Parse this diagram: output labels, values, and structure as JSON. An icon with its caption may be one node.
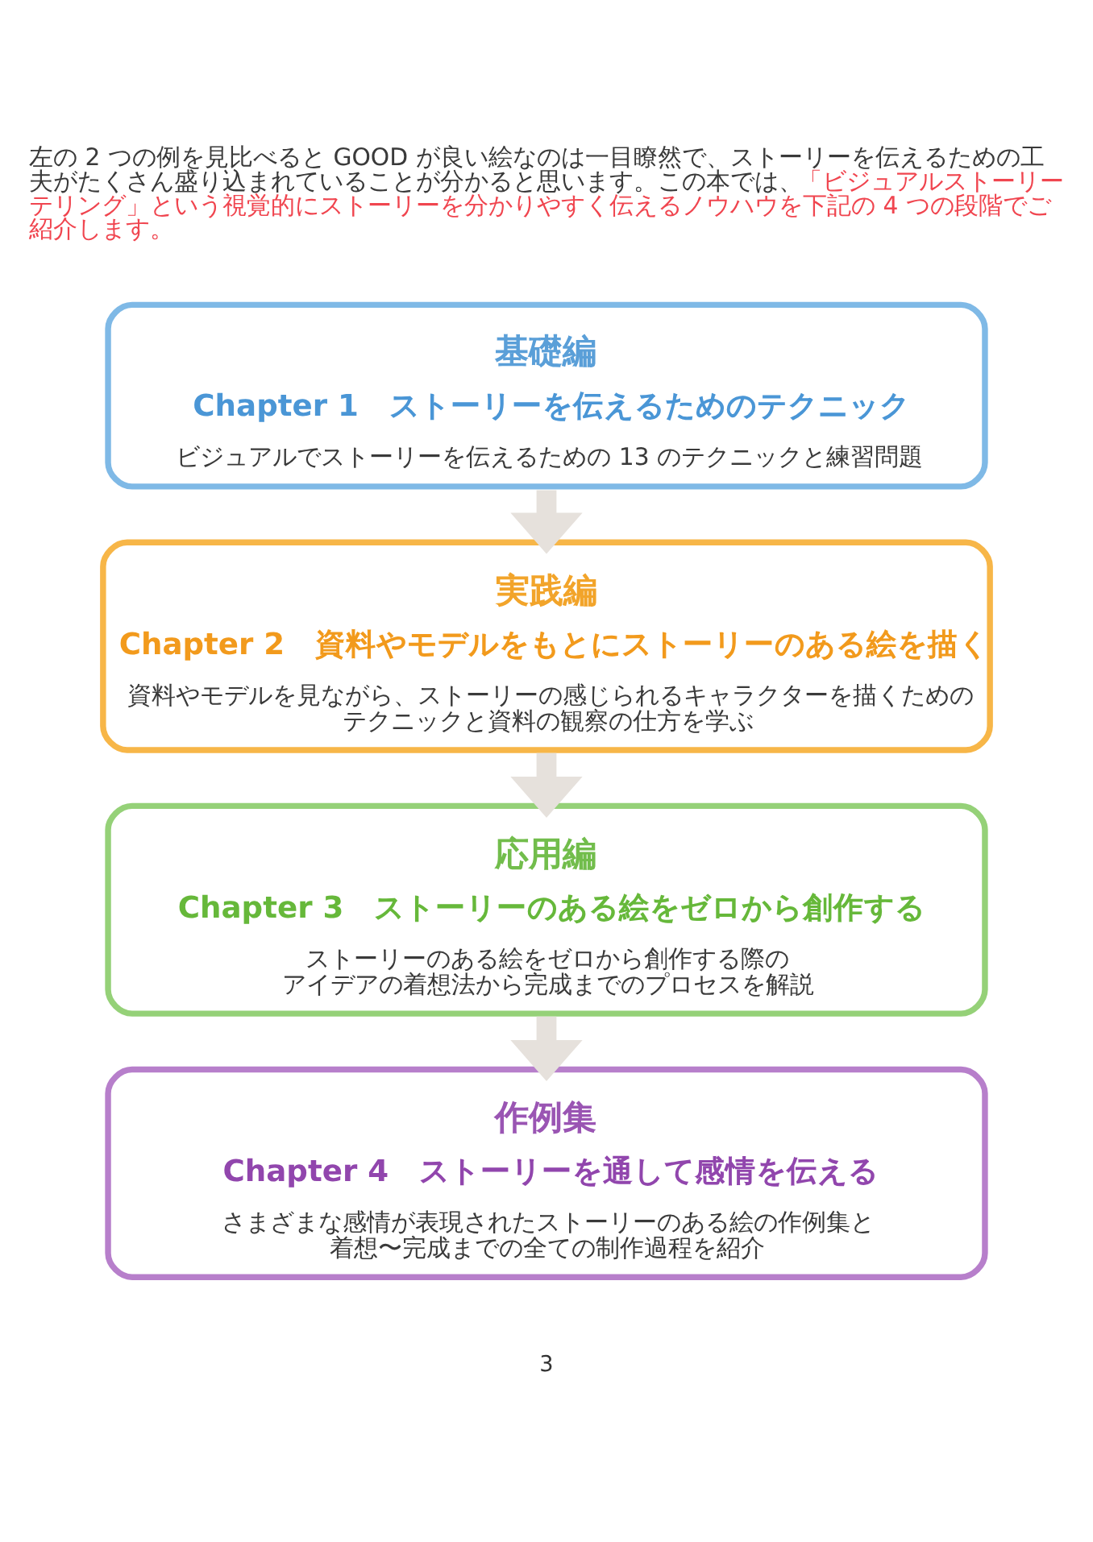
{
  "diagram": {
    "nodes": [
      {
        "text": [
          "基礎編",
          "Chapter 1　ストーリーを伝えるためのテクニック",
          "ビジュアルでストーリーを伝えるための 13 のテクニックと練習問題"
        ]
      },
      {
        "text": [
          "実践編",
          "Chapter 2　資料やモデルをもとにストーリーのある絵を描く",
          "資料やモデルを見ながら、ストーリーの感じられるキャラクターを描くためのテクニックと資料の観察の仕方を学ぶ"
        ]
      },
      {
        "text": [
          "応用編",
          "Chapter 3　ストーリーのある絵をゼロから創作する",
          "ストーリーのある絵をゼロから創作する際のアイデアの着想法から完成までのプロセスを解説"
        ]
      },
      {
        "text": [
          "作例集",
          "Chapter 4　ストーリーを通して感情を伝える",
          "さまざまな感情が表現されたストーリーのある絵の作例集と着想〜完成までの全ての制作過程を紹介"
        ]
      }
    ],
    "edges": [
      {
        "from": 0,
        "to": 1,
        "arrow": "to"
      },
      {
        "from": 1,
        "to": 2,
        "arrow": "to"
      },
      {
        "from": 2,
        "to": 3,
        "arrow": "to"
      }
    ],
    "labels": [
      "左の 2 つの例を見比べると GOOD が良い絵なのは一目瞭然で、ストーリーを伝えるための工夫がたくさん盛り込まれていることが分かると思います。この本では、",
      "「ビジュアルストーリーテリング」という視覚的にストーリーを分かりやすく伝えるノウハウを下記の 4 つの段階でご紹介します。",
      "3"
    ]
  }
}
